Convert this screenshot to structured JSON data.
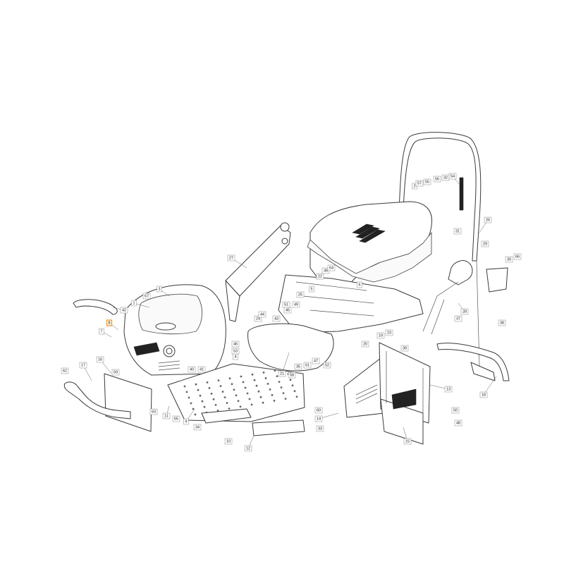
{
  "diagram": {
    "highlight_color": "#f29a1e",
    "highlighted_label": "8",
    "callouts": [
      "1",
      "2",
      "3",
      "4",
      "5",
      "6",
      "7",
      "8",
      "9",
      "10",
      "11",
      "12",
      "13",
      "14",
      "15",
      "16",
      "17",
      "18",
      "19",
      "20",
      "21",
      "22",
      "23",
      "24",
      "25",
      "26",
      "27",
      "28",
      "29",
      "30",
      "31",
      "32",
      "33",
      "34",
      "35",
      "36",
      "37",
      "38",
      "39",
      "40",
      "41",
      "42",
      "43",
      "44",
      "45",
      "46",
      "47",
      "48",
      "49",
      "50",
      "51",
      "52",
      "53",
      "54",
      "55",
      "56",
      "57",
      "58",
      "59",
      "60",
      "61",
      "62",
      "63",
      "64",
      "65",
      "66",
      "67"
    ]
  }
}
